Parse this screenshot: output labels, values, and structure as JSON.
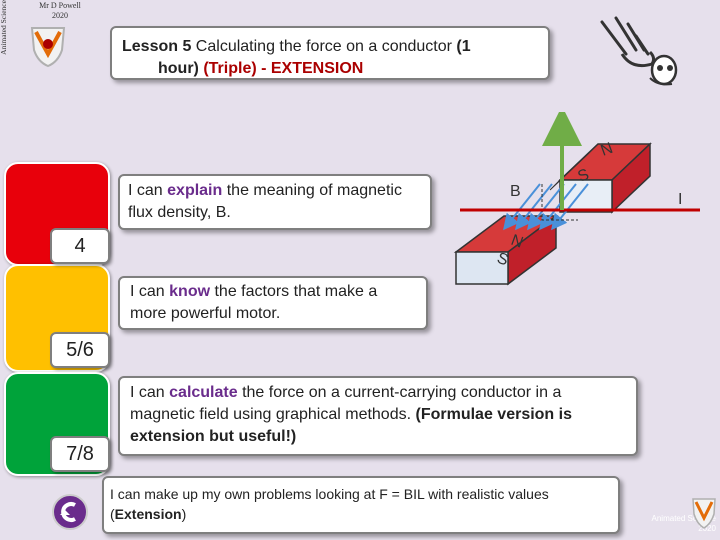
{
  "brand": {
    "vertical_text": "Animated Science 2020",
    "author_line1": "Mr D Powell",
    "author_line2": "2020"
  },
  "lesson": {
    "prefix": "Lesson 5",
    "text1": " Calculating the force on a conductor ",
    "dur": "(1",
    "line2_a": "hour) ",
    "triple": "(Triple) - EXTENSION"
  },
  "levels": [
    {
      "label": "4",
      "color": "#e8000b"
    },
    {
      "label": "5/6",
      "color": "#ffc000"
    },
    {
      "label": "7/8",
      "color": "#00a33a"
    }
  ],
  "objectives": {
    "o1": {
      "pre": "I can ",
      "verb": "explain",
      "post": " the meaning of magnetic flux density, B."
    },
    "o2": {
      "pre": "I can ",
      "verb": "know",
      "post": " the factors that make a more powerful motor."
    },
    "o3": {
      "pre": "I can ",
      "verb": "calculate",
      "post": " the force on a current-carrying conductor in a magnetic field using graphical methods. ",
      "bold": "(Formulae version is extension but useful!)"
    },
    "o4": {
      "pre": "I can make up my own problems looking at F = BIL with realistic values (",
      "bold": "Extension",
      "post": ")"
    }
  },
  "diagram": {
    "n_top": "N",
    "s_top": "S",
    "n_bottom": "N",
    "s_bottom": "S",
    "b_label": "B",
    "i_label": "I"
  },
  "footer": {
    "line1": "Animated Science",
    "line2": "2020"
  },
  "colors": {
    "red": "#e8000b",
    "amber": "#ffc000",
    "green": "#00a33a",
    "purple": "#6a2c8c"
  }
}
